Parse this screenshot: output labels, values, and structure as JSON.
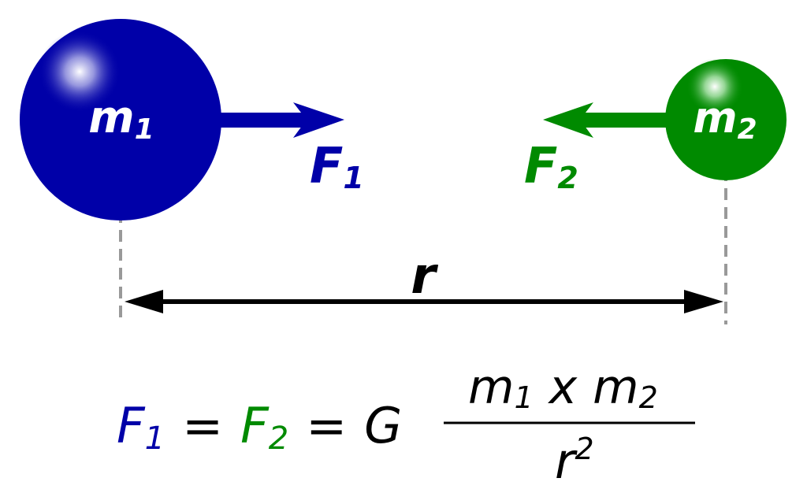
{
  "mass1": {
    "label": "m",
    "subscript": "1"
  },
  "mass2": {
    "label": "m",
    "subscript": "2"
  },
  "force1": {
    "label": "F",
    "subscript": "1"
  },
  "force2": {
    "label": "F",
    "subscript": "2"
  },
  "distance": {
    "label": "r"
  },
  "equation": {
    "f1": "F",
    "f1_sub": "1",
    "eq1": "=",
    "f2": "F",
    "f2_sub": "2",
    "eq2": "=",
    "g": "G",
    "num_m1": "m",
    "num_m1_sub": "1",
    "num_x": "x",
    "num_m2": "m",
    "num_m2_sub": "2",
    "den_r": "r",
    "den_exp": "2"
  },
  "colors": {
    "mass1": "#0000a8",
    "mass2": "#008a00",
    "text_dark": "#000000",
    "guide": "#999999",
    "label_on_mass": "#ffffff"
  }
}
